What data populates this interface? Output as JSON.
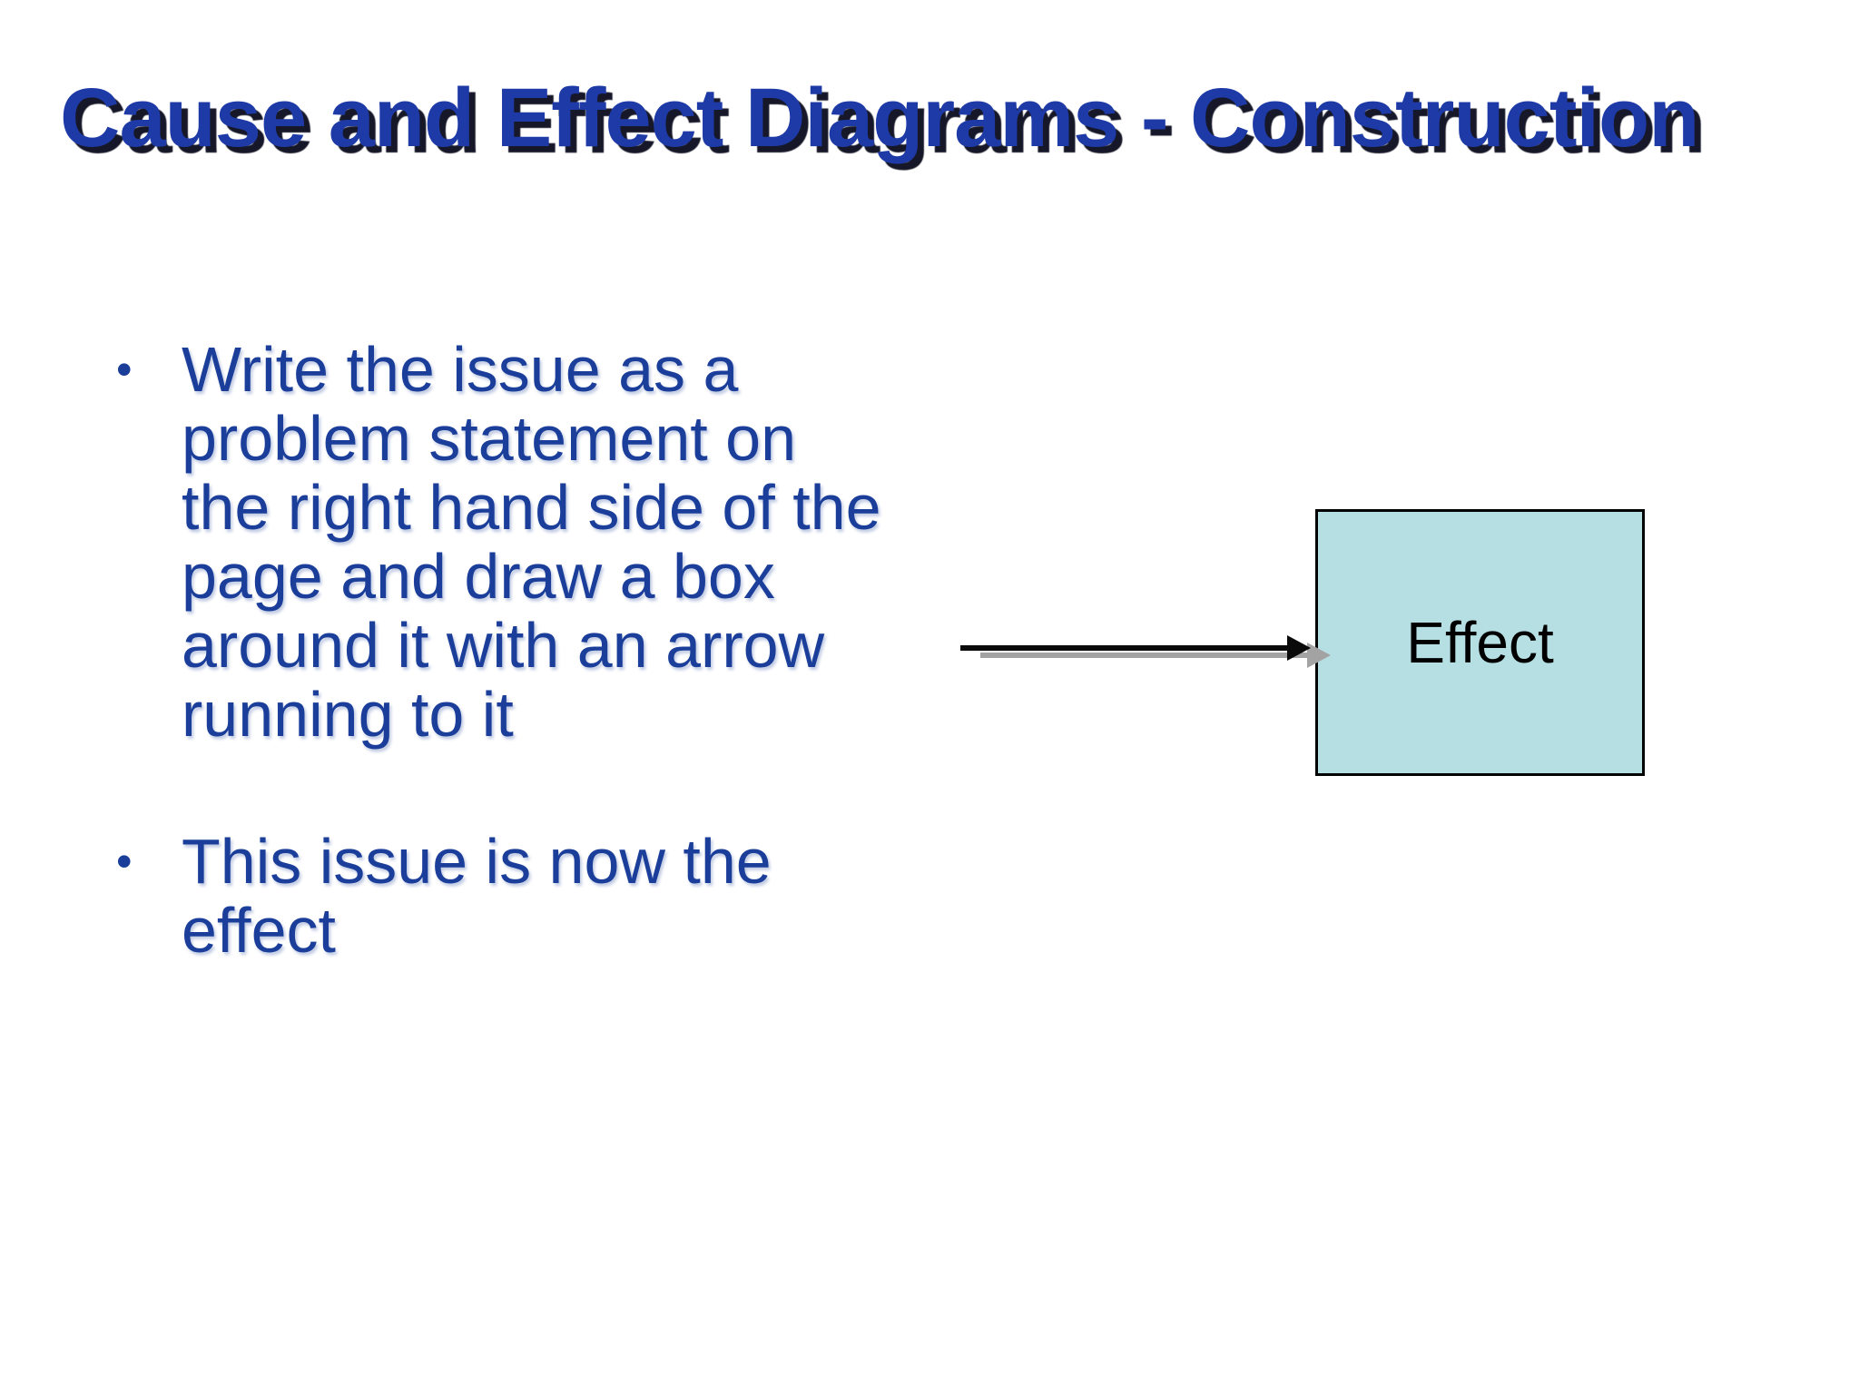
{
  "slide": {
    "title": "Cause and Effect Diagrams - Construction",
    "bullets": {
      "first": {
        "marker": "•",
        "text": "Write the issue as a\nproblem statement on\nthe right hand side of the\npage and draw a box\naround it with an arrow\nrunning to it"
      },
      "second": {
        "marker": "•",
        "text": "This issue is now the\neffect"
      }
    },
    "diagram": {
      "effect_box_label": "Effect"
    },
    "colors": {
      "title_blue": "#1E3AA6",
      "title_shadow": "#090B1C",
      "body_blue": "#1A3E99",
      "effect_box_fill": "#B5DFE2",
      "effect_box_border": "#000000",
      "arrow_black": "#0A0A0A",
      "arrow_shadow_gray": "#A3A3A3"
    }
  }
}
